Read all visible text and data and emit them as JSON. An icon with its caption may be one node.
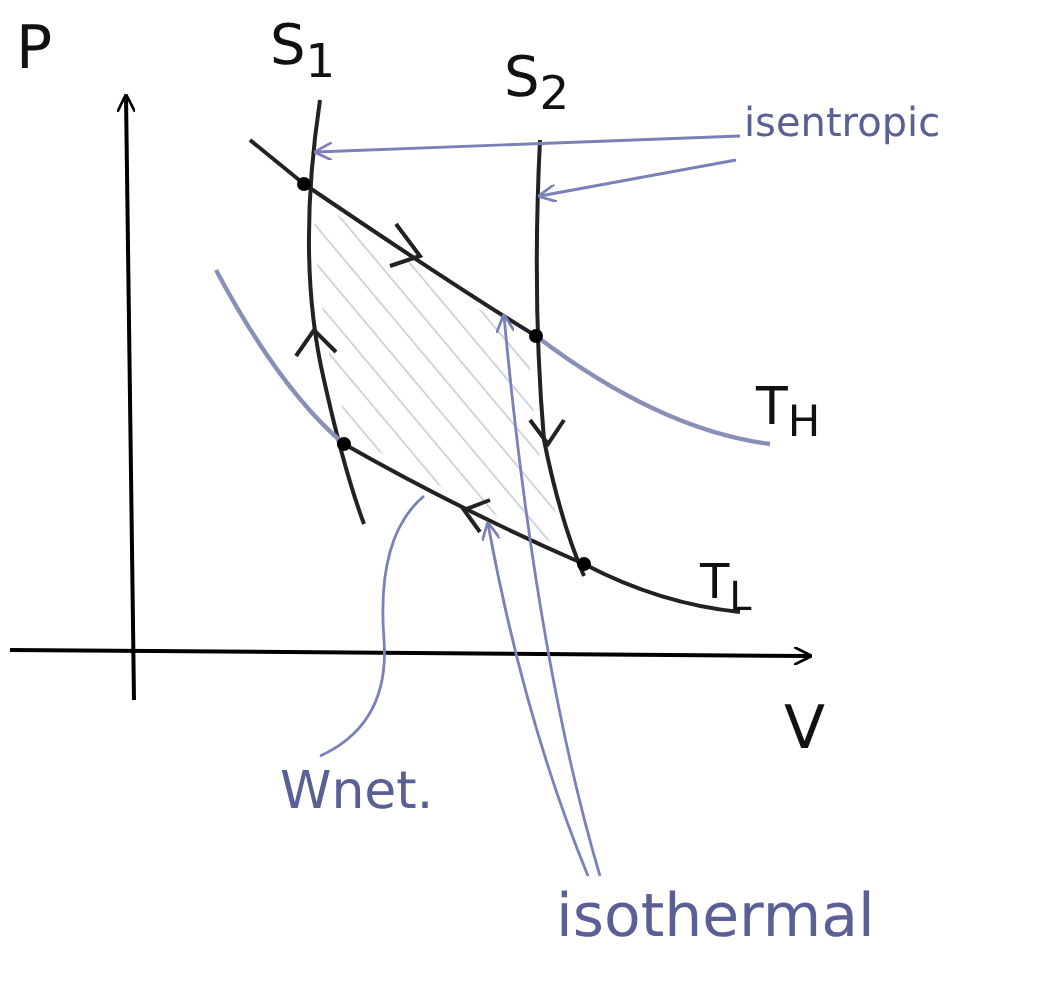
{
  "diagram": {
    "nodes": [
      {
        "text": [
          "isentropic"
        ]
      },
      {
        "text": [],
        "shape": "curve"
      },
      {
        "text": [],
        "shape": "curve"
      },
      {
        "text": [
          "isothermal"
        ]
      },
      {
        "text": [],
        "shape": "curve"
      },
      {
        "text": [],
        "shape": "curve"
      },
      {
        "text": [
          "Wnet."
        ]
      },
      {
        "text": [],
        "shape": "area"
      }
    ],
    "edges": [
      {
        "from": 0,
        "to": 1,
        "arrow": "to"
      },
      {
        "from": 0,
        "to": 2,
        "arrow": "to"
      },
      {
        "from": 3,
        "to": 4,
        "arrow": "to"
      },
      {
        "from": 3,
        "to": 5,
        "arrow": "to"
      },
      {
        "from": 6,
        "to": 7,
        "arrow": "none"
      }
    ],
    "labels": [
      "P",
      "S$_{1}$",
      "S$_{2}$",
      "T$_{H}$",
      "T$_{L}$",
      "V"
    ]
  }
}
